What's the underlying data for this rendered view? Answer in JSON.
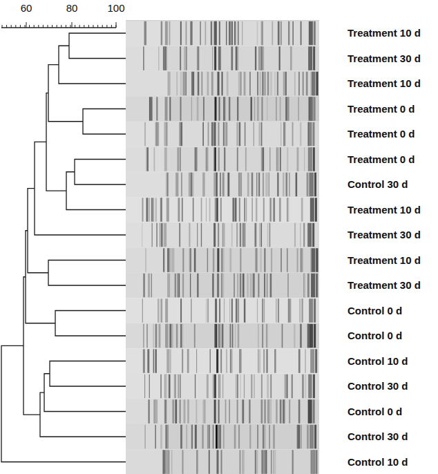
{
  "diagram": {
    "labels": [
      "60",
      "80",
      "100",
      "Treatment 10 d",
      "Treatment 30 d",
      "Treatment 10 d",
      "Treatment 0 d",
      "Treatment 0 d",
      "Treatment 0 d",
      "Control 30 d",
      "Treatment 10 d",
      "Treatment 30 d",
      "Treatment 10 d",
      "Treatment 30 d",
      "Control 0 d",
      "Control 0 d",
      "Control 10 d",
      "Control 30 d",
      "Control 0 d",
      "Control 30 d",
      "Control 10 d"
    ]
  }
}
